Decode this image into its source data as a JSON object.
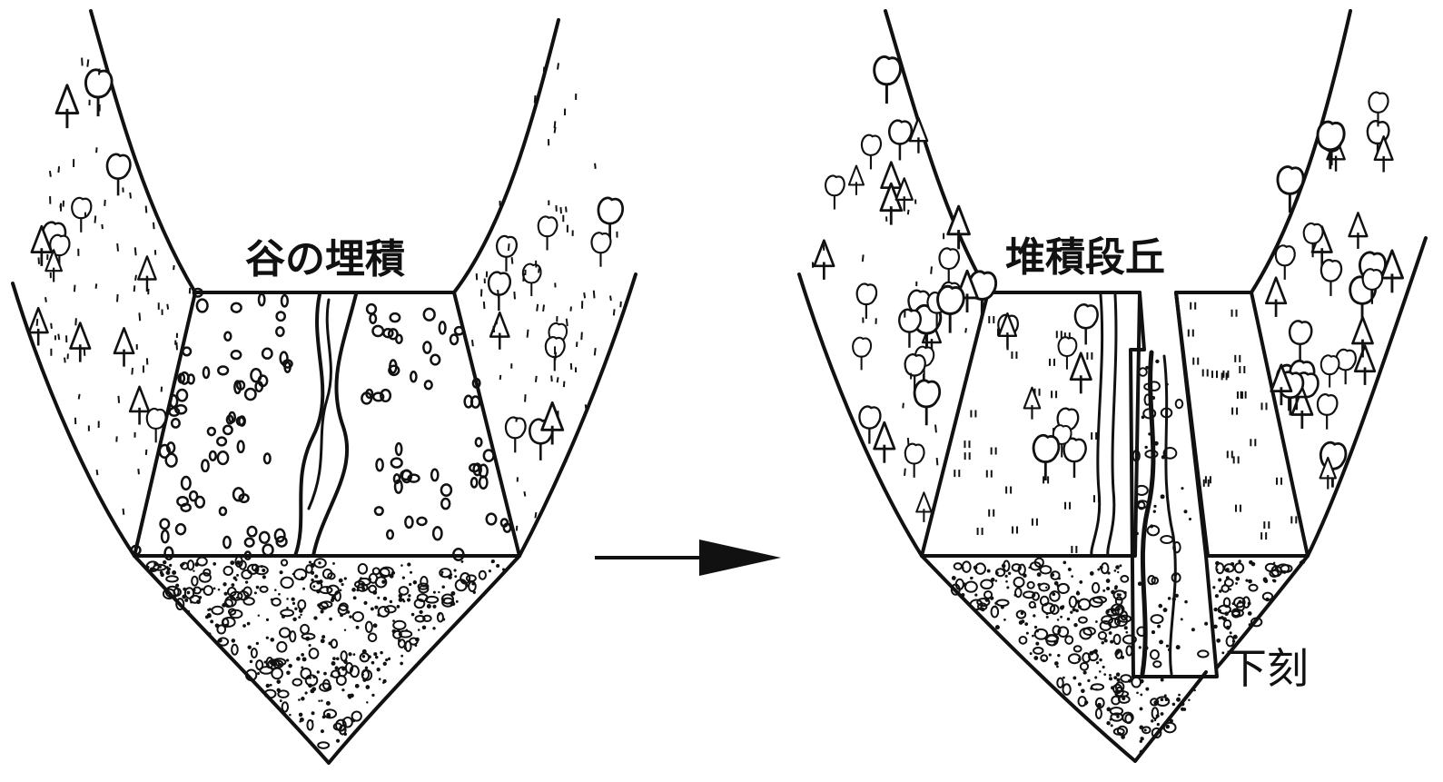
{
  "diagram": {
    "left_panel": {
      "title": "谷の埋積"
    },
    "right_panel": {
      "title": "堆積段丘",
      "incision_label": "下刻"
    },
    "colors": {
      "ink": "#111111",
      "paper": "#ffffff"
    },
    "icons": {
      "arrow": "right-arrow-icon",
      "tree": "tree-icon",
      "pebble": "pebble-icon"
    }
  }
}
